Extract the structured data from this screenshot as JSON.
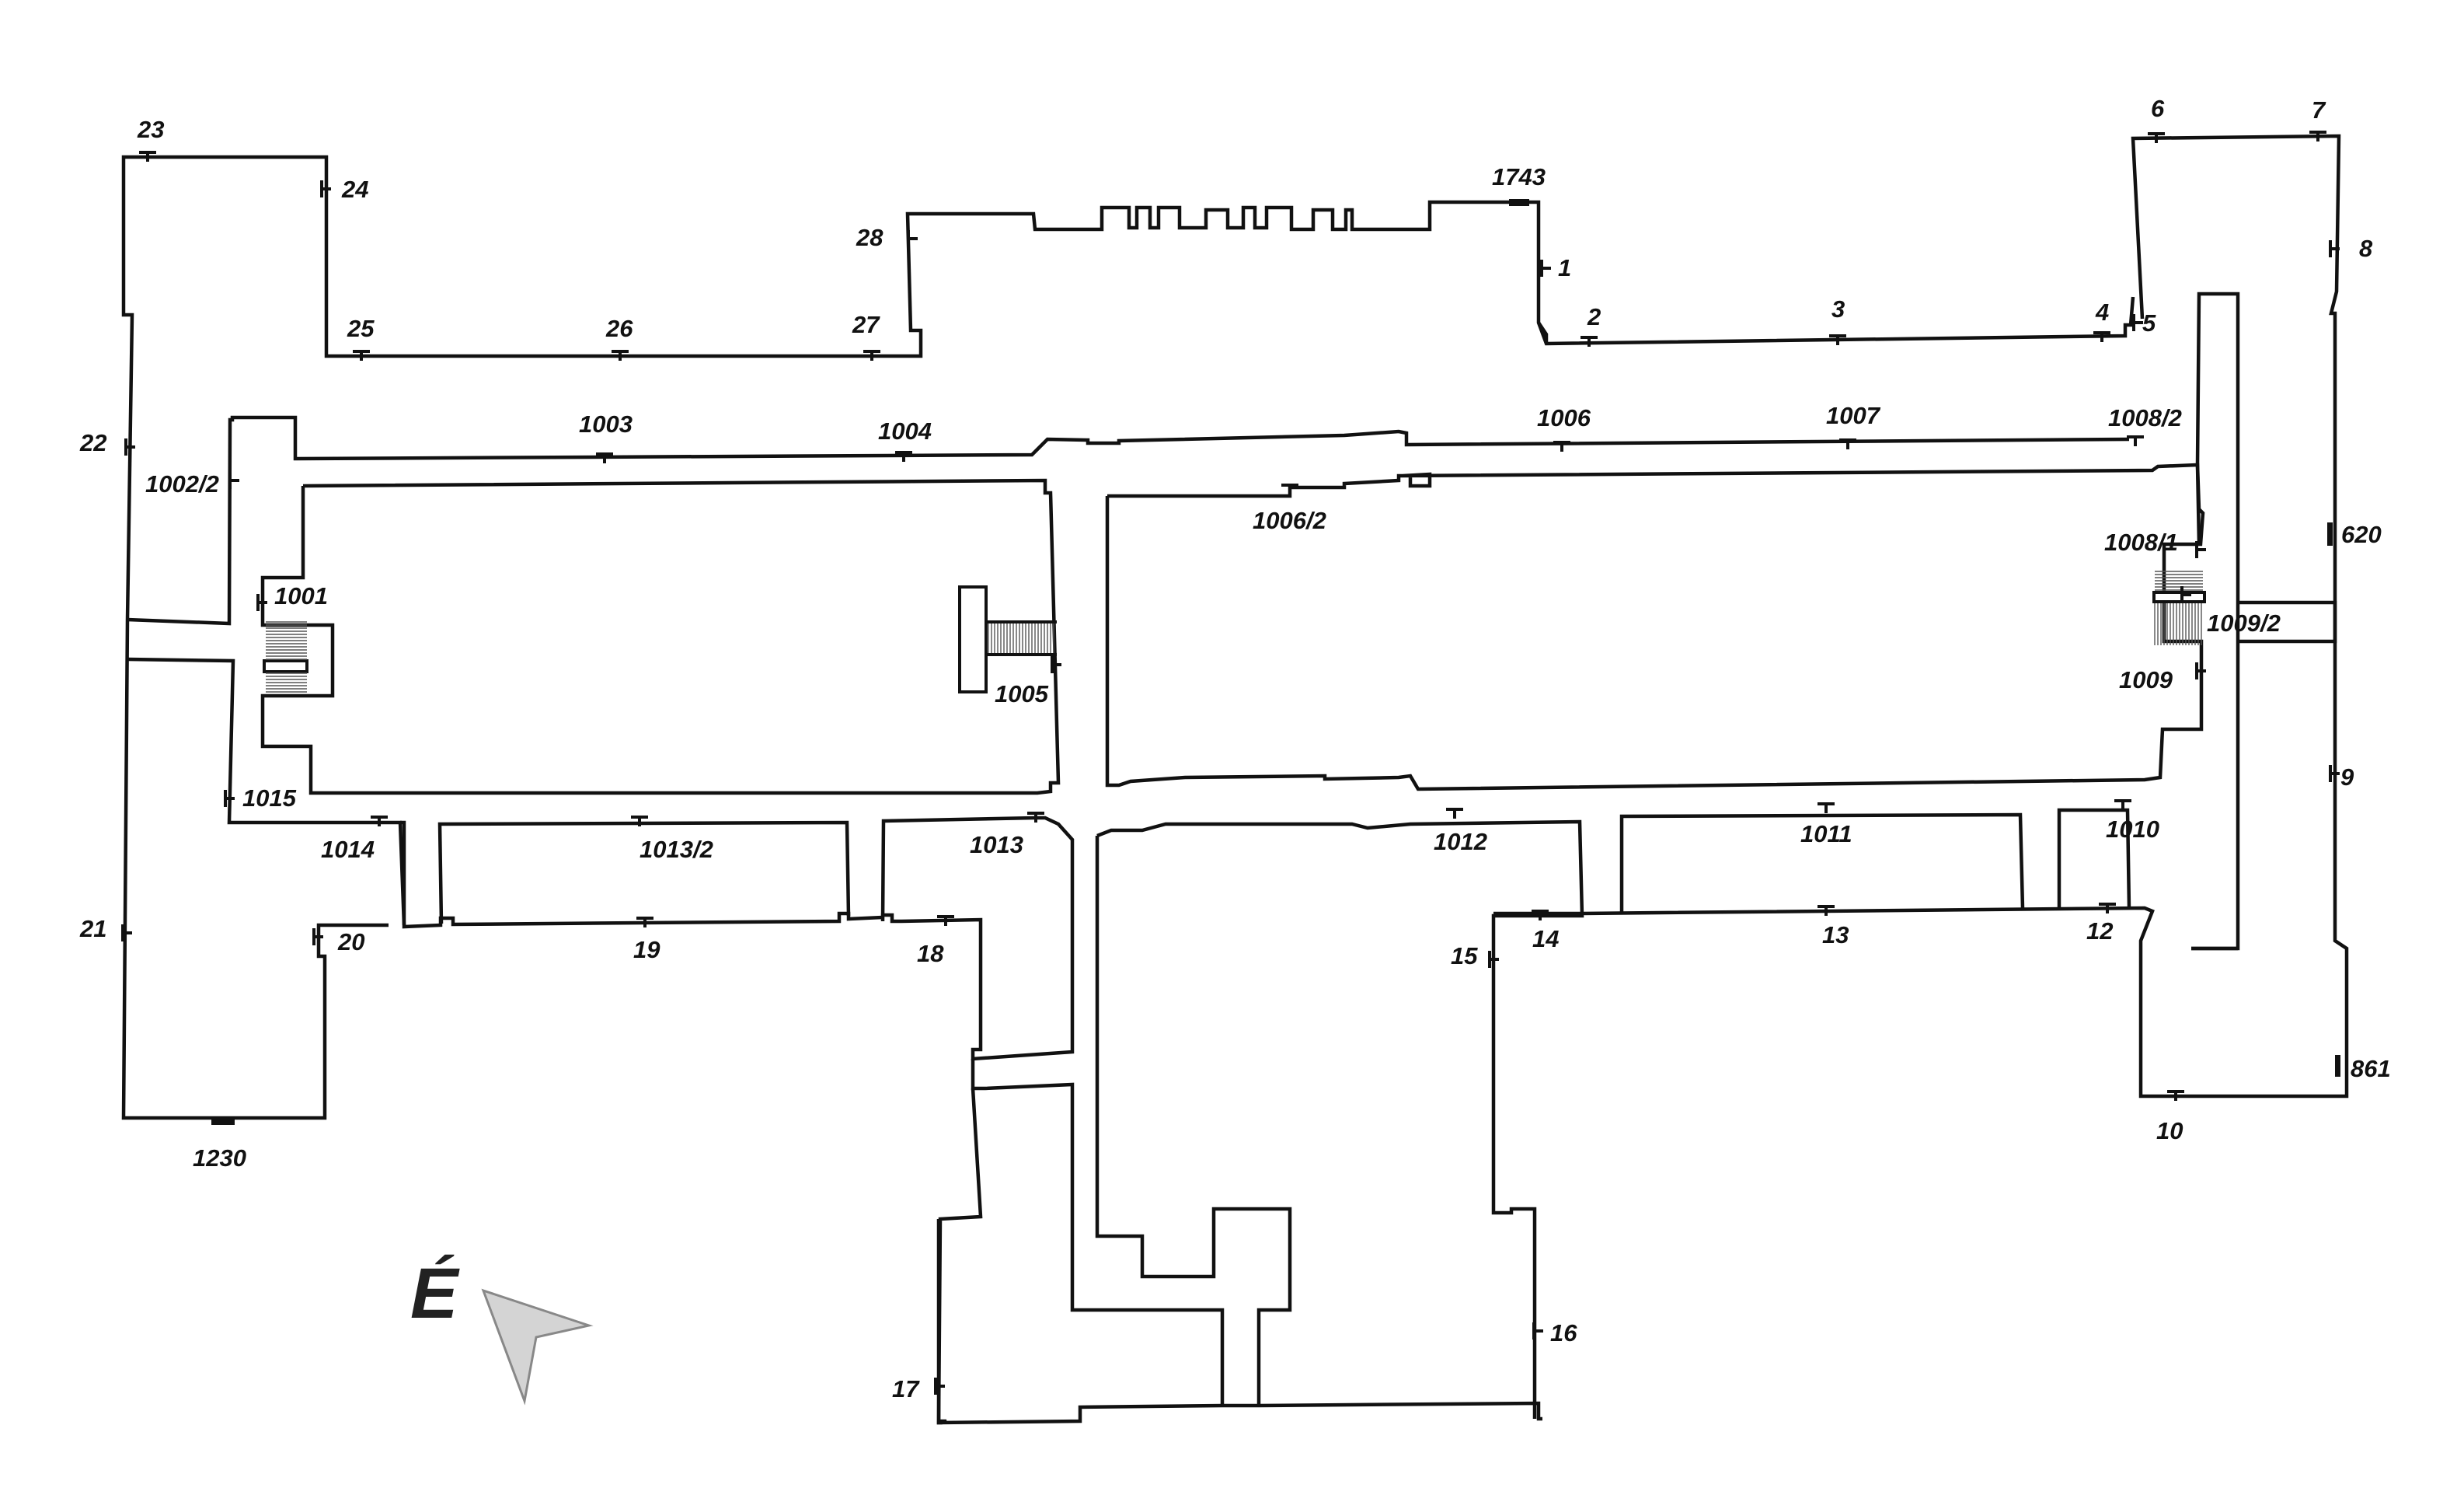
{
  "compass": {
    "label": "É",
    "arrow_color": "#d4d4d4",
    "edge_color": "#888888"
  },
  "labels": {
    "l1": "1",
    "l2": "2",
    "l3": "3",
    "l4": "4",
    "l5": "5",
    "l6": "6",
    "l7": "7",
    "l8": "8",
    "l9": "9",
    "l10": "10",
    "l12": "12",
    "l13": "13",
    "l14": "14",
    "l15": "15",
    "l16": "16",
    "l17": "17",
    "l18": "18",
    "l19": "19",
    "l20": "20",
    "l21": "21",
    "l22": "22",
    "l23": "23",
    "l24": "24",
    "l25": "25",
    "l26": "26",
    "l27": "27",
    "l28": "28",
    "l620": "620",
    "l861": "861",
    "l1230": "1230",
    "l1743": "1743",
    "l1001": "1001",
    "l1002_2": "1002/2",
    "l1003": "1003",
    "l1004": "1004",
    "l1005": "1005",
    "l1006": "1006",
    "l1006_2": "1006/2",
    "l1007": "1007",
    "l1008_1": "1008/1",
    "l1008_2": "1008/2",
    "l1009": "1009",
    "l1009_2": "1009/2",
    "l1010": "1010",
    "l1011": "1011",
    "l1012": "1012",
    "l1013": "1013",
    "l1013_2": "1013/2",
    "l1014": "1014",
    "l1015": "1015"
  }
}
